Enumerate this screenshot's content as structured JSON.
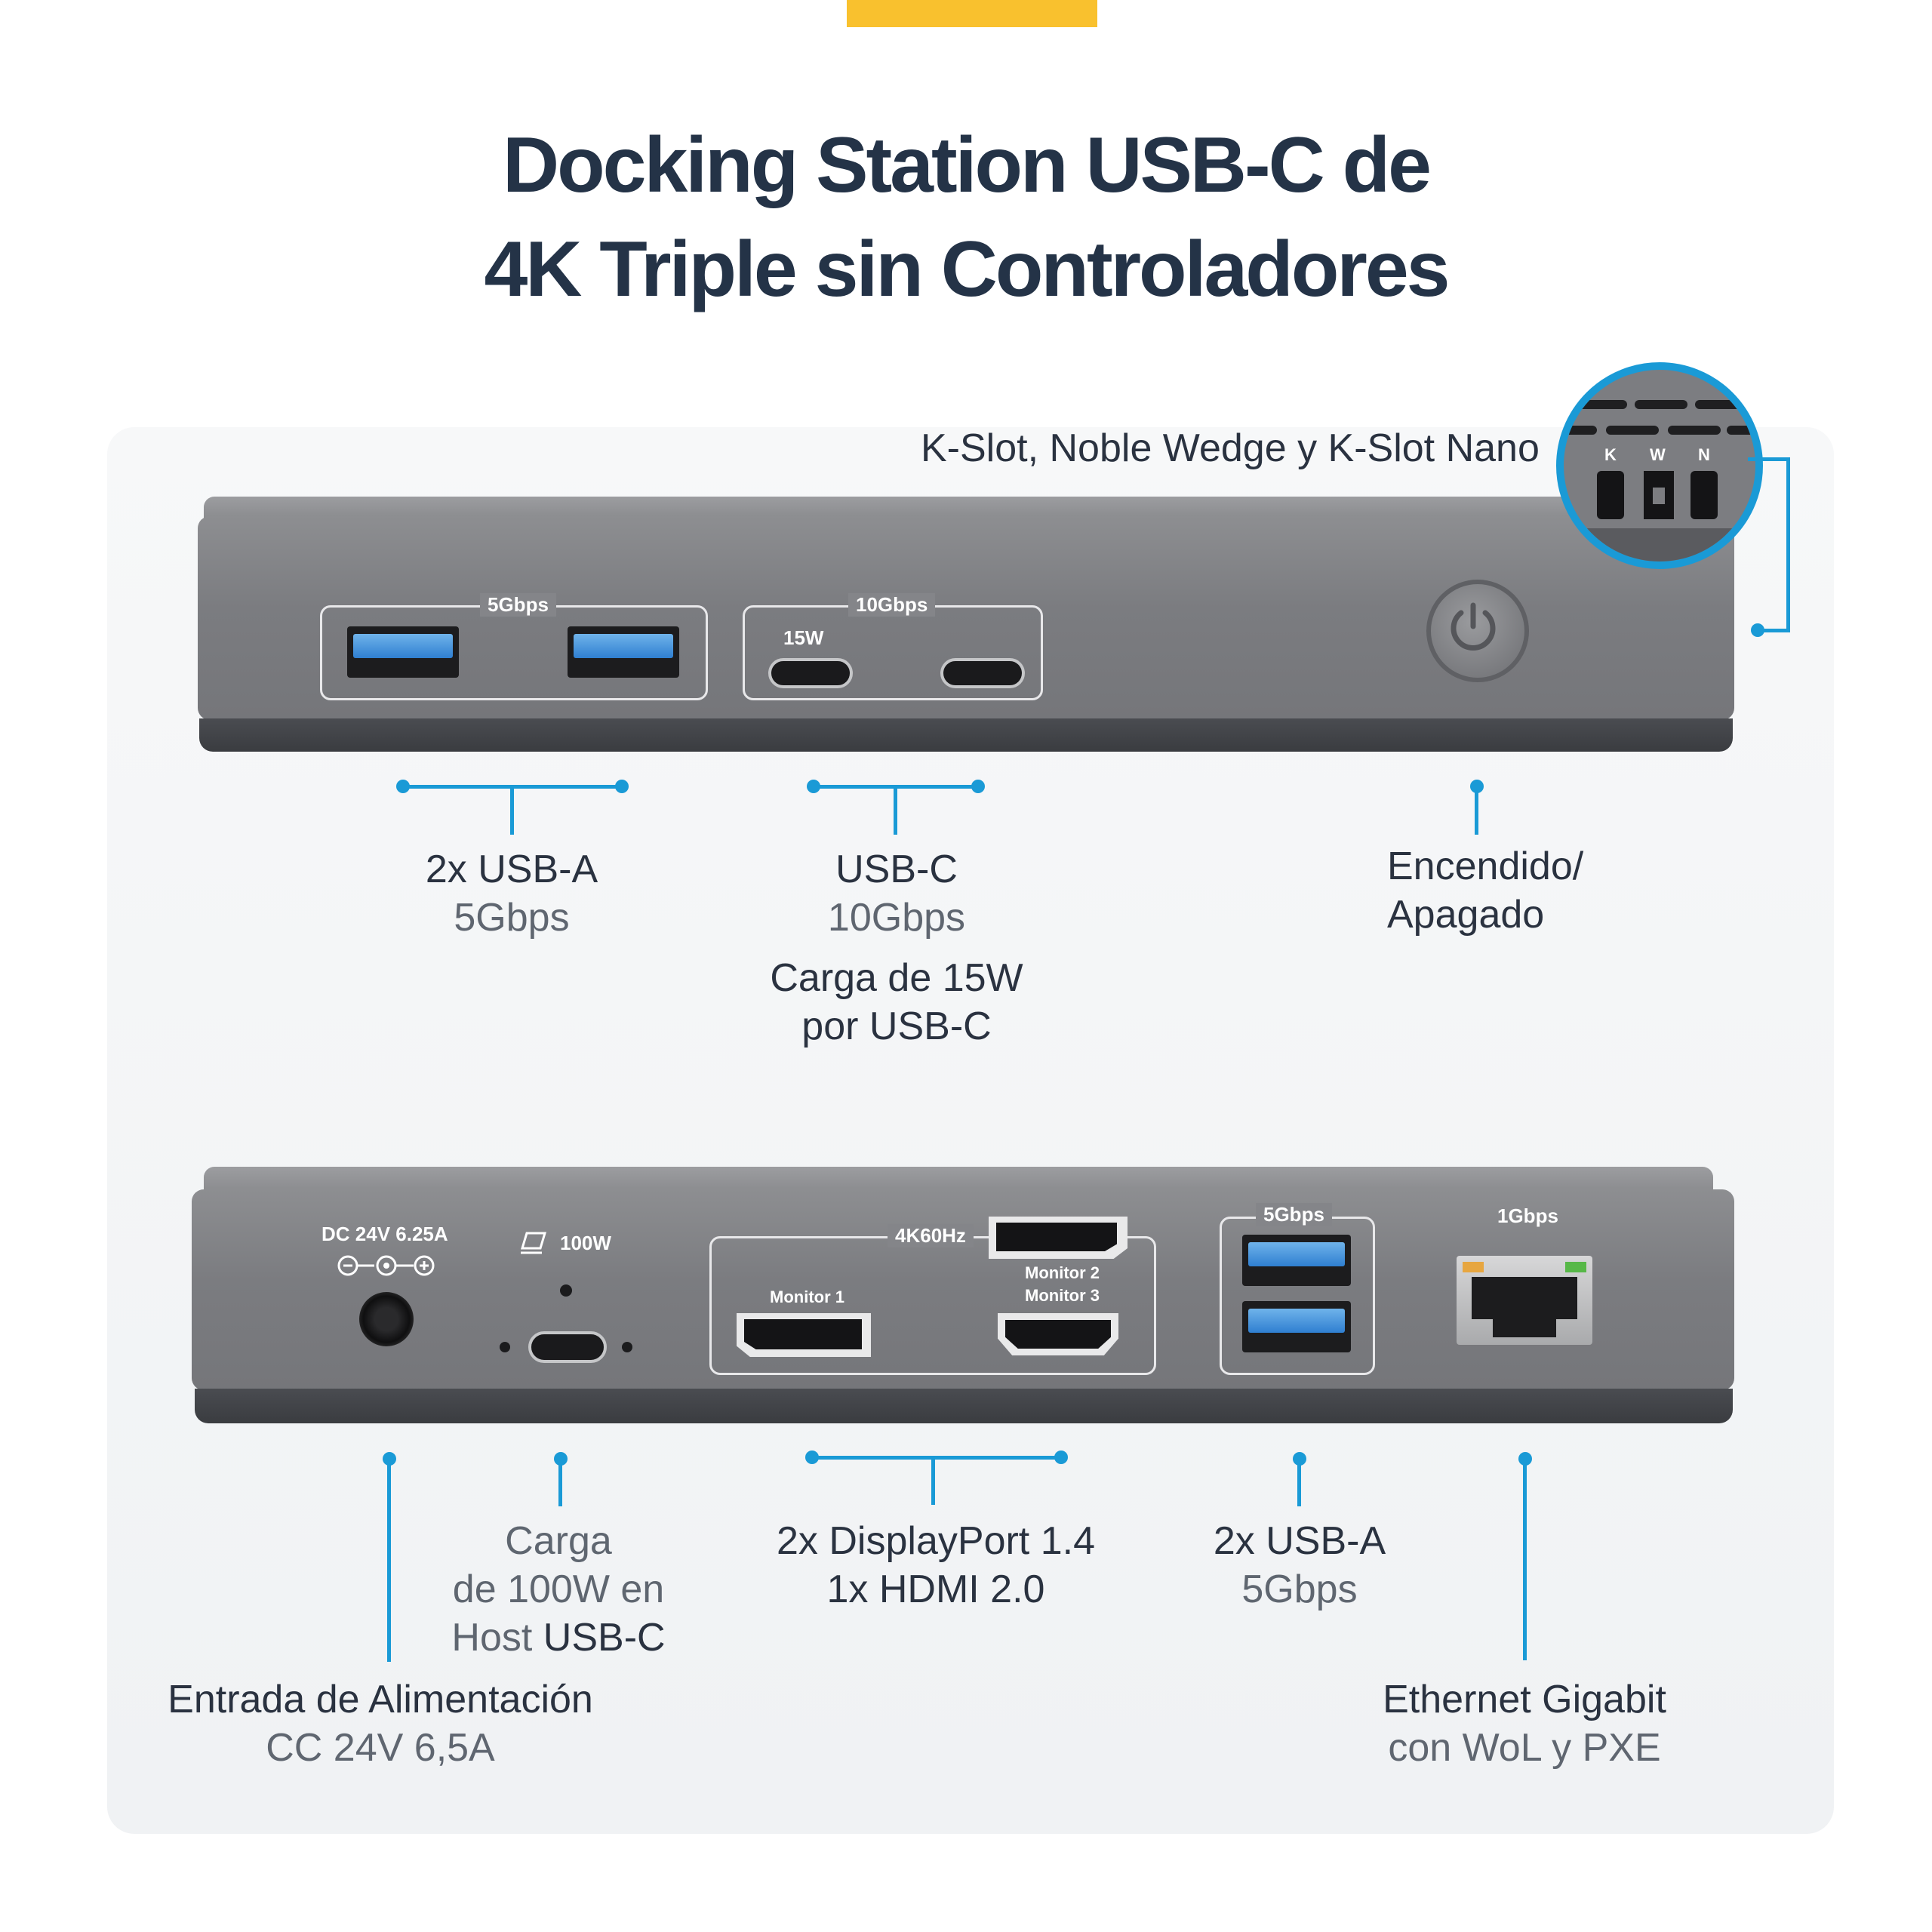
{
  "title": {
    "line1": "Docking Station USB-C de",
    "line2": "4K Triple sin Controladores"
  },
  "colors": {
    "accent": "#f9c12e",
    "callout": "#1a9ad6",
    "title": "#243347"
  },
  "front": {
    "usba_group_label": "5Gbps",
    "usbc_group_label": "10Gbps",
    "usbc_port_label": "15W",
    "power_icon": "power-icon"
  },
  "kslot": {
    "label": "K-Slot, Noble Wedge y K-Slot Nano",
    "letters": [
      "K",
      "W",
      "N"
    ]
  },
  "callouts_front": {
    "usba": {
      "title": "2x USB-A",
      "sub": "5Gbps"
    },
    "usbc": {
      "title": "USB-C",
      "sub": "10Gbps",
      "extra1": "Carga de 15W",
      "extra2": "por USB-C"
    },
    "power": {
      "line1": "Encendido/",
      "line2": "Apagado"
    }
  },
  "rear": {
    "dc_label": "DC 24V 6.25A",
    "host_label": "100W",
    "video_label": "4K60Hz",
    "monitor1": "Monitor 1",
    "monitor2": "Monitor 2",
    "monitor3": "Monitor 3",
    "usba_label": "5Gbps",
    "eth_label": "1Gbps"
  },
  "callouts_rear": {
    "power": {
      "title": "Entrada de Alimentación",
      "sub": "CC 24V 6,5A"
    },
    "host": {
      "line1": "Carga",
      "line2": "de 100W en",
      "line3a": "Host ",
      "line3b": "USB-C"
    },
    "video": {
      "line1": "2x DisplayPort 1.4",
      "line2": "1x HDMI 2.0"
    },
    "usba": {
      "title": "2x USB-A",
      "sub": "5Gbps"
    },
    "ethernet": {
      "title": "Ethernet Gigabit",
      "sub": "con WoL y PXE"
    }
  }
}
